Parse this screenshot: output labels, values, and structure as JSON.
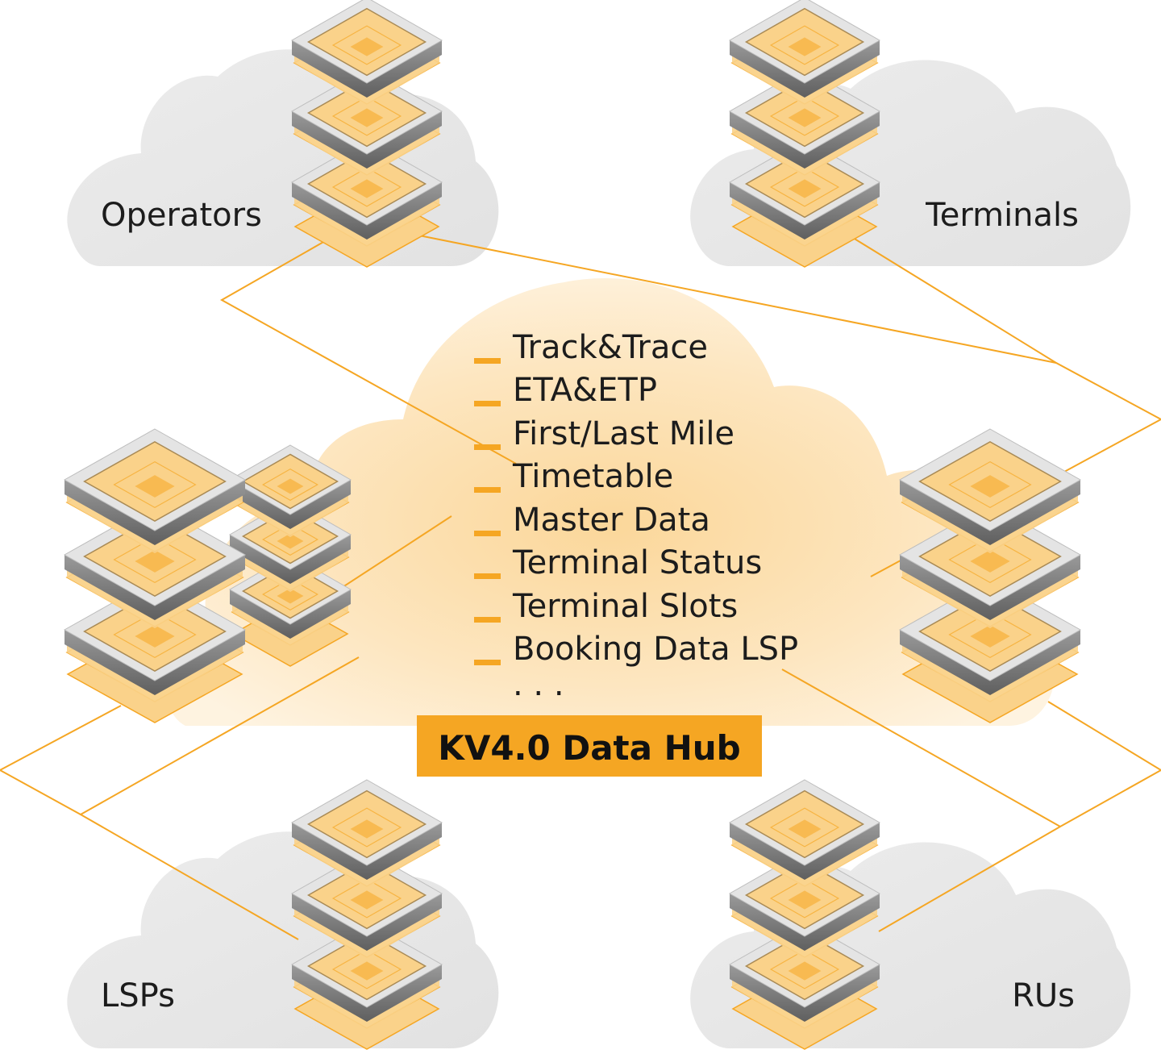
{
  "colors": {
    "accent": "#F5A623",
    "accent_light": "#FAD28A",
    "accent_soft": "#FCE6BD",
    "metal_top": "#e4e4e4",
    "metal_dark": "#6f6f6f",
    "cloud_gray": "#e9e9e9",
    "text": "#1c1c1c"
  },
  "nodes": {
    "operators": {
      "label": "Operators",
      "icon": "server-stack-icon"
    },
    "terminals": {
      "label": "Terminals",
      "icon": "server-stack-icon"
    },
    "lsps": {
      "label": "LSPs",
      "icon": "server-stack-icon"
    },
    "rus": {
      "label": "RUs",
      "icon": "server-stack-icon"
    }
  },
  "hub": {
    "title": "KV4.0 Data Hub",
    "items": [
      "Track&Trace",
      "ETA&ETP",
      "First/Last Mile",
      "Timetable",
      "Master Data",
      "Terminal Status",
      "Terminal Slots",
      "Booking Data LSP"
    ],
    "more": ". . ."
  }
}
